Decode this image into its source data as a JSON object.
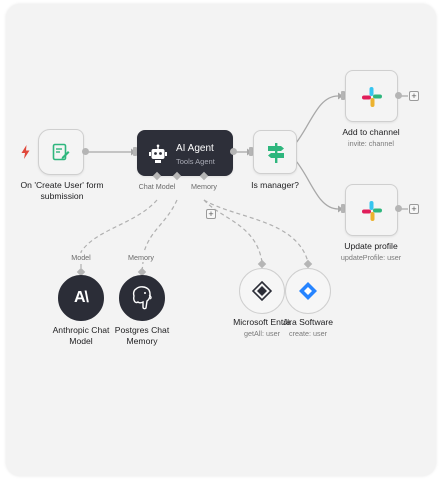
{
  "trigger": {
    "label_line1": "On 'Create User' form",
    "label_line2": "submission",
    "bolt_icon": "lightning-bolt-icon",
    "icon": "form-edit-icon"
  },
  "agent": {
    "title": "AI Agent",
    "subtitle": "Tools Agent",
    "icon": "robot-icon",
    "port_chat_model": "Chat Model",
    "port_memory": "Memory"
  },
  "switch": {
    "label": "Is manager?",
    "icon": "signpost-icon"
  },
  "add_channel": {
    "label": "Add to channel",
    "sub": "invite: channel",
    "icon": "slack-icon"
  },
  "update_profile": {
    "label": "Update profile",
    "sub": "updateProfile: user",
    "icon": "slack-icon"
  },
  "anthropic": {
    "label_line1": "Anthropic Chat",
    "label_line2": "Model",
    "edge_label": "Model",
    "glyph": "A\\"
  },
  "postgres": {
    "label_line1": "Postgres Chat",
    "label_line2": "Memory",
    "edge_label": "Memory"
  },
  "entra": {
    "label": "Microsoft Entra",
    "sub": "getAll: user"
  },
  "jira": {
    "label": "Jira Software",
    "sub": "create: user"
  },
  "plus_symbol": "+",
  "colors": {
    "canvas": "#f3f3f3",
    "dark_node": "#2d2f39",
    "trigger_bolt": "#e0473a",
    "switch_green": "#2eb67d",
    "jira_blue": "#2684ff",
    "edge": "#a8a8a8"
  }
}
